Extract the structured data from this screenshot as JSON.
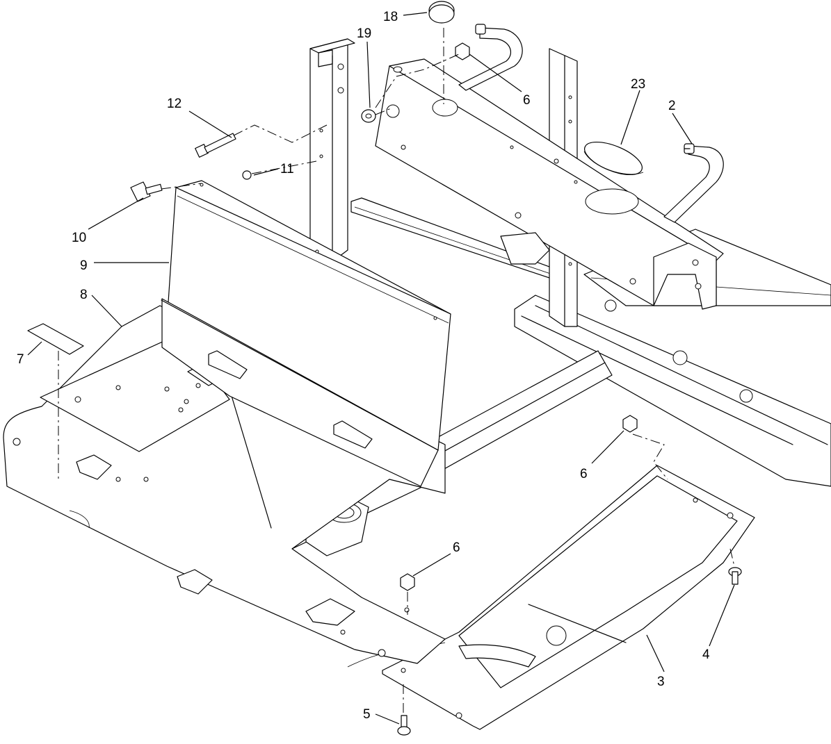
{
  "callouts": {
    "c18": "18",
    "c19": "19",
    "c6_top": "6",
    "c23": "23",
    "c2": "2",
    "c12": "12",
    "c11": "11",
    "c10": "10",
    "c9": "9",
    "c8": "8",
    "c7": "7",
    "c6_mid": "6",
    "c6_low": "6",
    "c4": "4",
    "c3": "3",
    "c5": "5"
  }
}
